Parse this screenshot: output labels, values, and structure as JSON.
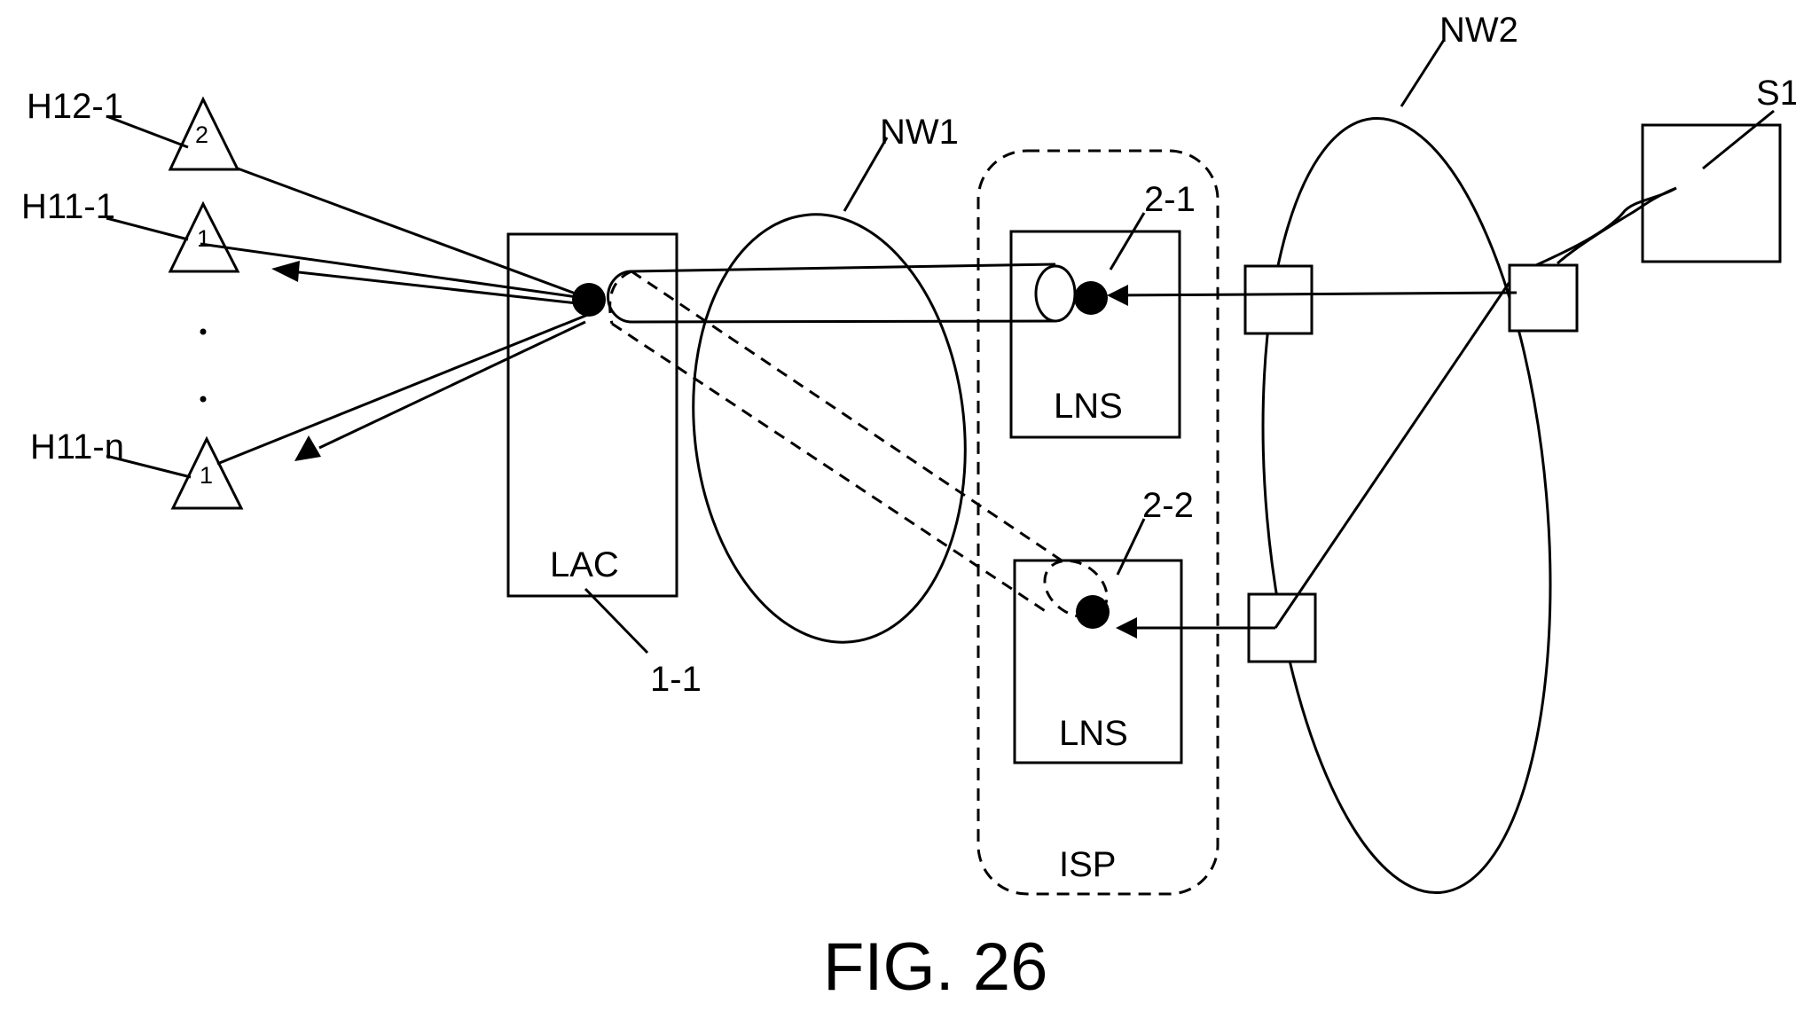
{
  "figure": {
    "caption": "FIG. 26",
    "labels": {
      "h12_1": "H12-1",
      "h11_1": "H11-1",
      "h11_n": "H11-n",
      "nw1": "NW1",
      "nw2": "NW2",
      "s1": "S1",
      "lac": "LAC",
      "lac_ref": "1-1",
      "lns_upper": "LNS",
      "lns_lower": "LNS",
      "lns_upper_ref": "2-1",
      "lns_lower_ref": "2-2",
      "isp": "ISP"
    },
    "terminal_numbers": {
      "h12_1": "2",
      "h11_1": "1",
      "h11_n": "1"
    },
    "ellipsis": "·"
  }
}
